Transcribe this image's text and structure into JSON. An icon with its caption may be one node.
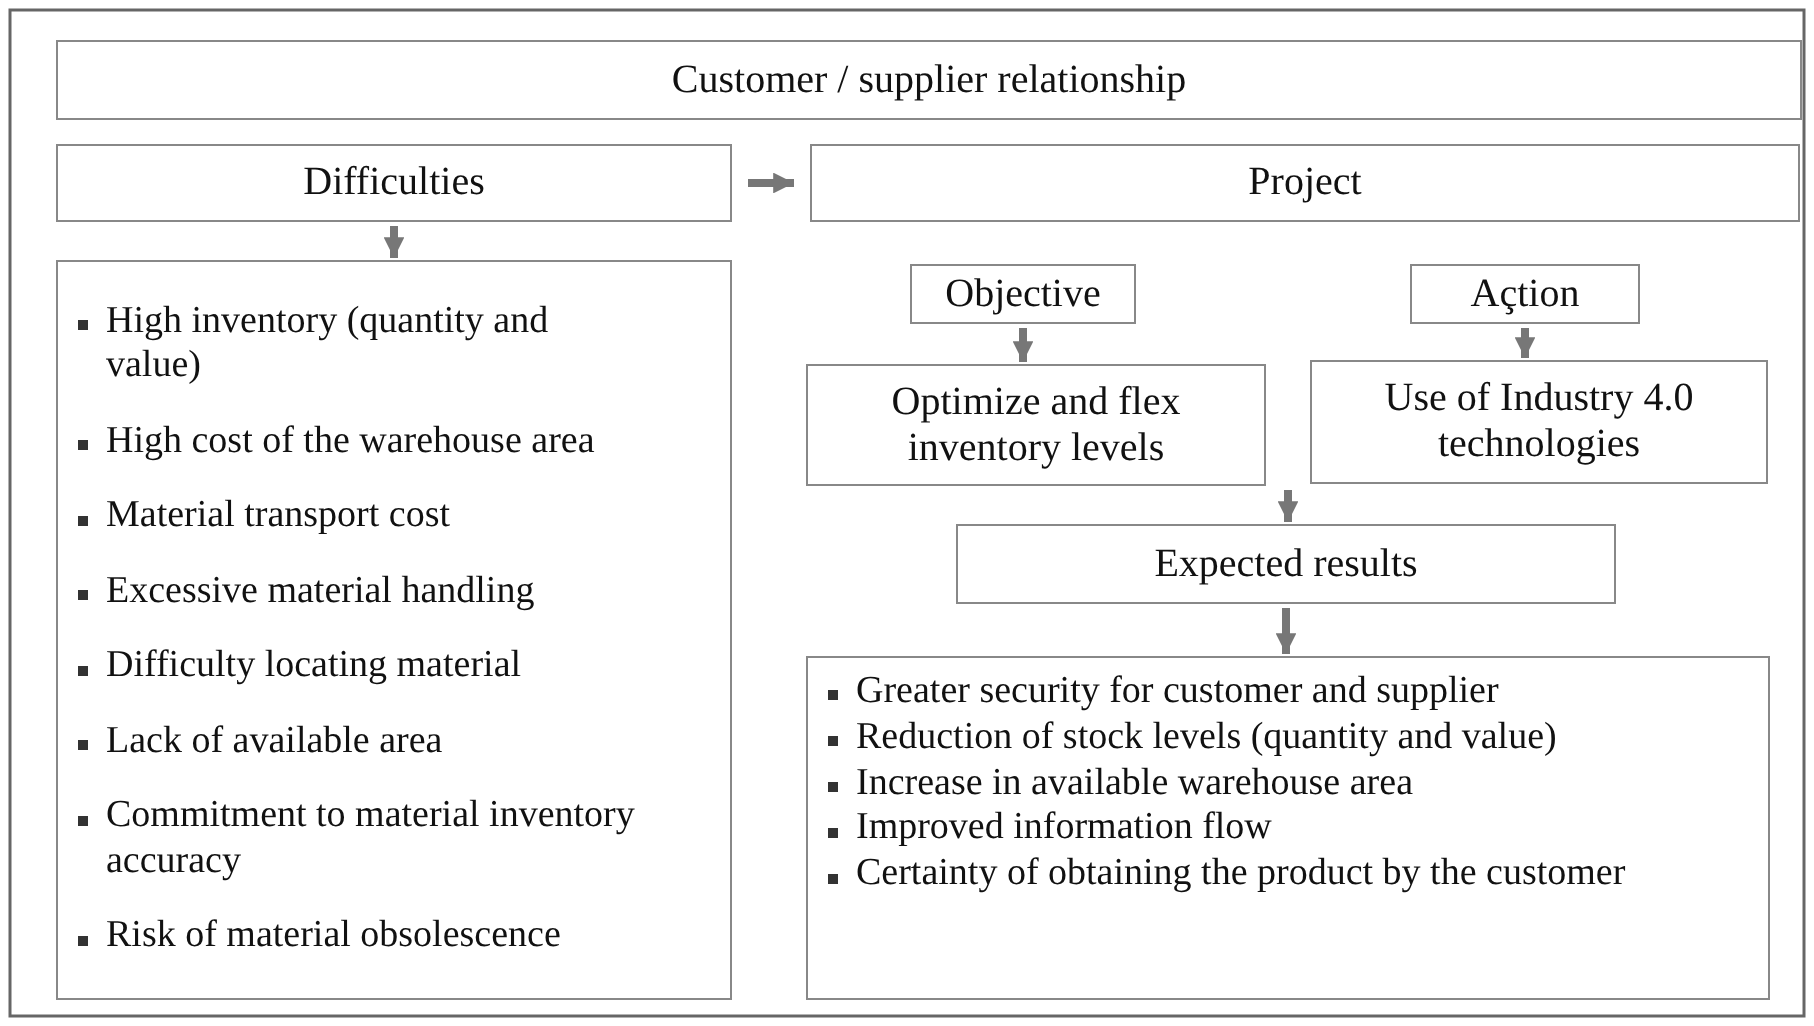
{
  "diagram": {
    "nodes": [
      {
        "text": [
          "Customer / supplier relationship"
        ]
      },
      {
        "text": [
          "Difficulties"
        ]
      },
      {
        "text": [
          "Project"
        ]
      },
      {
        "text": [
          "High inventory (quantity and value)",
          "High cost of the warehouse area",
          "Material transport cost",
          "Excessive material handling",
          "Difficulty locating material",
          "Lack of available area",
          "Commitment to material inventory accuracy",
          "Risk of material obsolescence"
        ]
      },
      {
        "text": [
          "Objective"
        ]
      },
      {
        "text": [
          "Açtion"
        ]
      },
      {
        "text": [
          "Optimize and flex inventory levels"
        ]
      },
      {
        "text": [
          "Use of Industry 4.0 technologies"
        ]
      },
      {
        "text": [
          "Expected results"
        ]
      },
      {
        "text": [
          "Greater security for customer and supplier",
          "Reduction of stock levels (quantity and value)",
          "Increase in available warehouse area",
          "Improved information flow",
          "Certainty of obtaining the product by the customer"
        ]
      }
    ],
    "edges": [
      {
        "from": 1,
        "to": 2,
        "arrow": "to"
      },
      {
        "from": 1,
        "to": 3,
        "arrow": "to"
      },
      {
        "from": 4,
        "to": 6,
        "arrow": "to"
      },
      {
        "from": 5,
        "to": 7,
        "arrow": "to"
      },
      {
        "from": 6,
        "to": 8,
        "arrow": "to"
      },
      {
        "from": 7,
        "to": 8,
        "arrow": "to"
      },
      {
        "from": 8,
        "to": 9,
        "arrow": "to"
      }
    ]
  }
}
